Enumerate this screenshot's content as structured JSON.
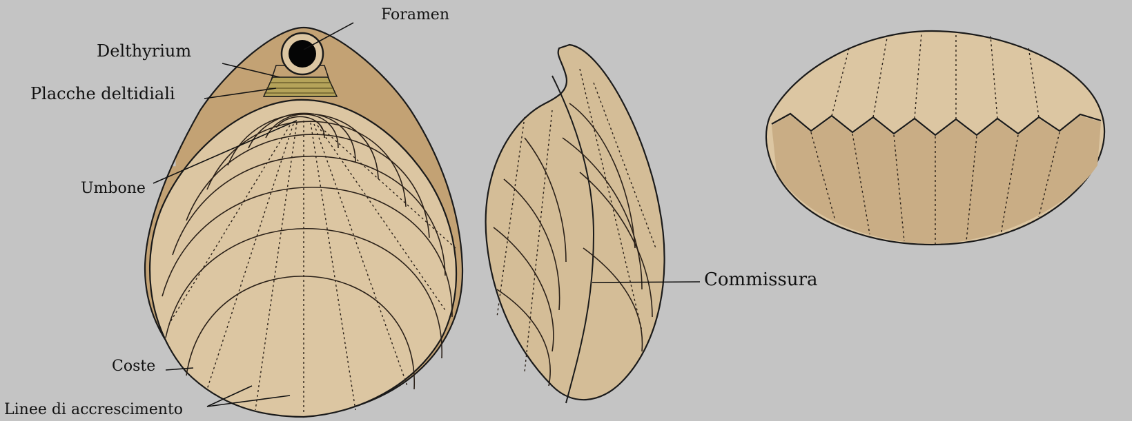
{
  "labels": {
    "foramen": "Foramen",
    "delthyrium": "Delthyrium",
    "placche": "Placche deltidiali",
    "umbone": "Umbone",
    "coste": "Coste",
    "linee": "Linee di accrescimento",
    "commissura": "Commissura"
  },
  "colors": {
    "background": "#c4c4c4",
    "shell": "#d7c09c",
    "shell_dark": "#b8966a",
    "deltidial_plates": "#b5a35a",
    "outline": "#1a1a1a"
  }
}
